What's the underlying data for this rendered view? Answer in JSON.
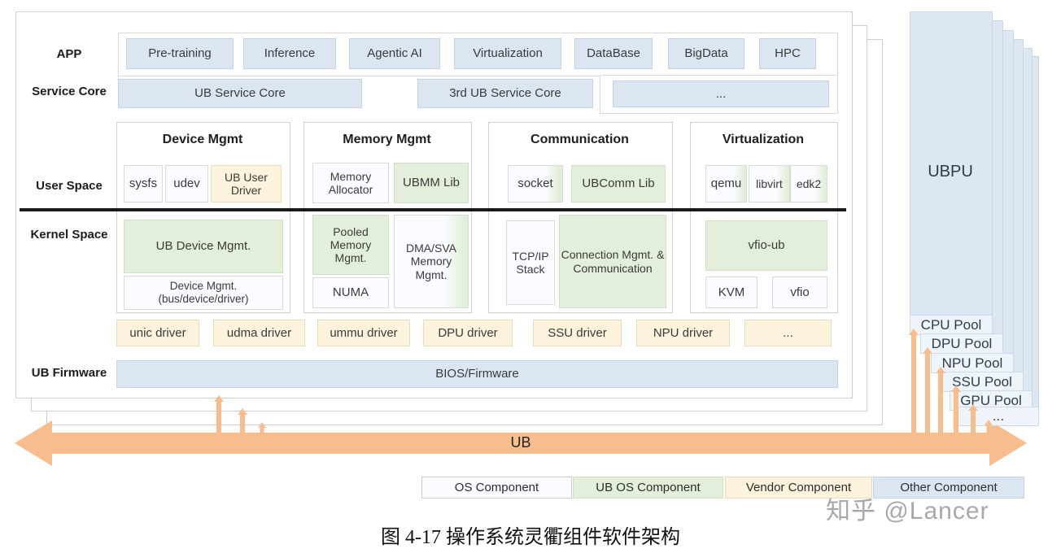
{
  "row_labels": {
    "app": "APP",
    "service_core": "Service Core",
    "user_space": "User Space",
    "kernel_space": "Kernel Space",
    "ub_firmware": "UB Firmware"
  },
  "app_row": [
    "Pre-training",
    "Inference",
    "Agentic AI",
    "Virtualization",
    "DataBase",
    "BigData",
    "HPC"
  ],
  "service_row": {
    "primary": "UB Service Core",
    "third_party": "3rd UB Service Core",
    "more": "..."
  },
  "columns": {
    "device": {
      "title": "Device Mgmt",
      "user": [
        "sysfs",
        "udev",
        "UB User Driver"
      ],
      "kernel": [
        "UB Device Mgmt.",
        "Device Mgmt. (bus/device/driver)"
      ]
    },
    "memory": {
      "title": "Memory Mgmt",
      "user": [
        "Memory Allocator",
        "UBMM Lib"
      ],
      "kernel": [
        "Pooled Memory Mgmt.",
        "NUMA",
        "DMA/SVA Memory Mgmt."
      ]
    },
    "comm": {
      "title": "Communication",
      "user": [
        "socket",
        "UBComm Lib"
      ],
      "kernel": [
        "TCP/IP Stack",
        "Connection Mgmt. & Communication"
      ]
    },
    "virt": {
      "title": "Virtualization",
      "user": [
        "qemu",
        "libvirt",
        "edk2"
      ],
      "kernel": [
        "vfio-ub",
        "KVM",
        "vfio"
      ]
    }
  },
  "drivers": [
    "unic driver",
    "udma driver",
    "ummu driver",
    "DPU driver",
    "SSU driver",
    "NPU driver",
    "..."
  ],
  "firmware": {
    "bios": "BIOS/Firmware"
  },
  "ub_bus": {
    "label": "UB"
  },
  "ubpu": {
    "label": "UBPU",
    "pools": [
      "CPU Pool",
      "DPU Pool",
      "NPU Pool",
      "SSU Pool",
      "GPU Pool",
      "..."
    ]
  },
  "legend": [
    {
      "label": "OS Component",
      "type": "os"
    },
    {
      "label": "UB OS Component",
      "type": "ub-os"
    },
    {
      "label": "Vendor Component",
      "type": "vendor"
    },
    {
      "label": "Other Component",
      "type": "other"
    }
  ],
  "colors": {
    "os_component": "#fbfcff",
    "ub_os_component": "#e3efdb",
    "vendor_component": "#fdf3dd",
    "other_component": "#dbe6f2",
    "arrow": "#f7bd8d"
  },
  "caption": "图 4-17 操作系统灵衢组件软件架构",
  "watermark": "知乎 @Lancer"
}
